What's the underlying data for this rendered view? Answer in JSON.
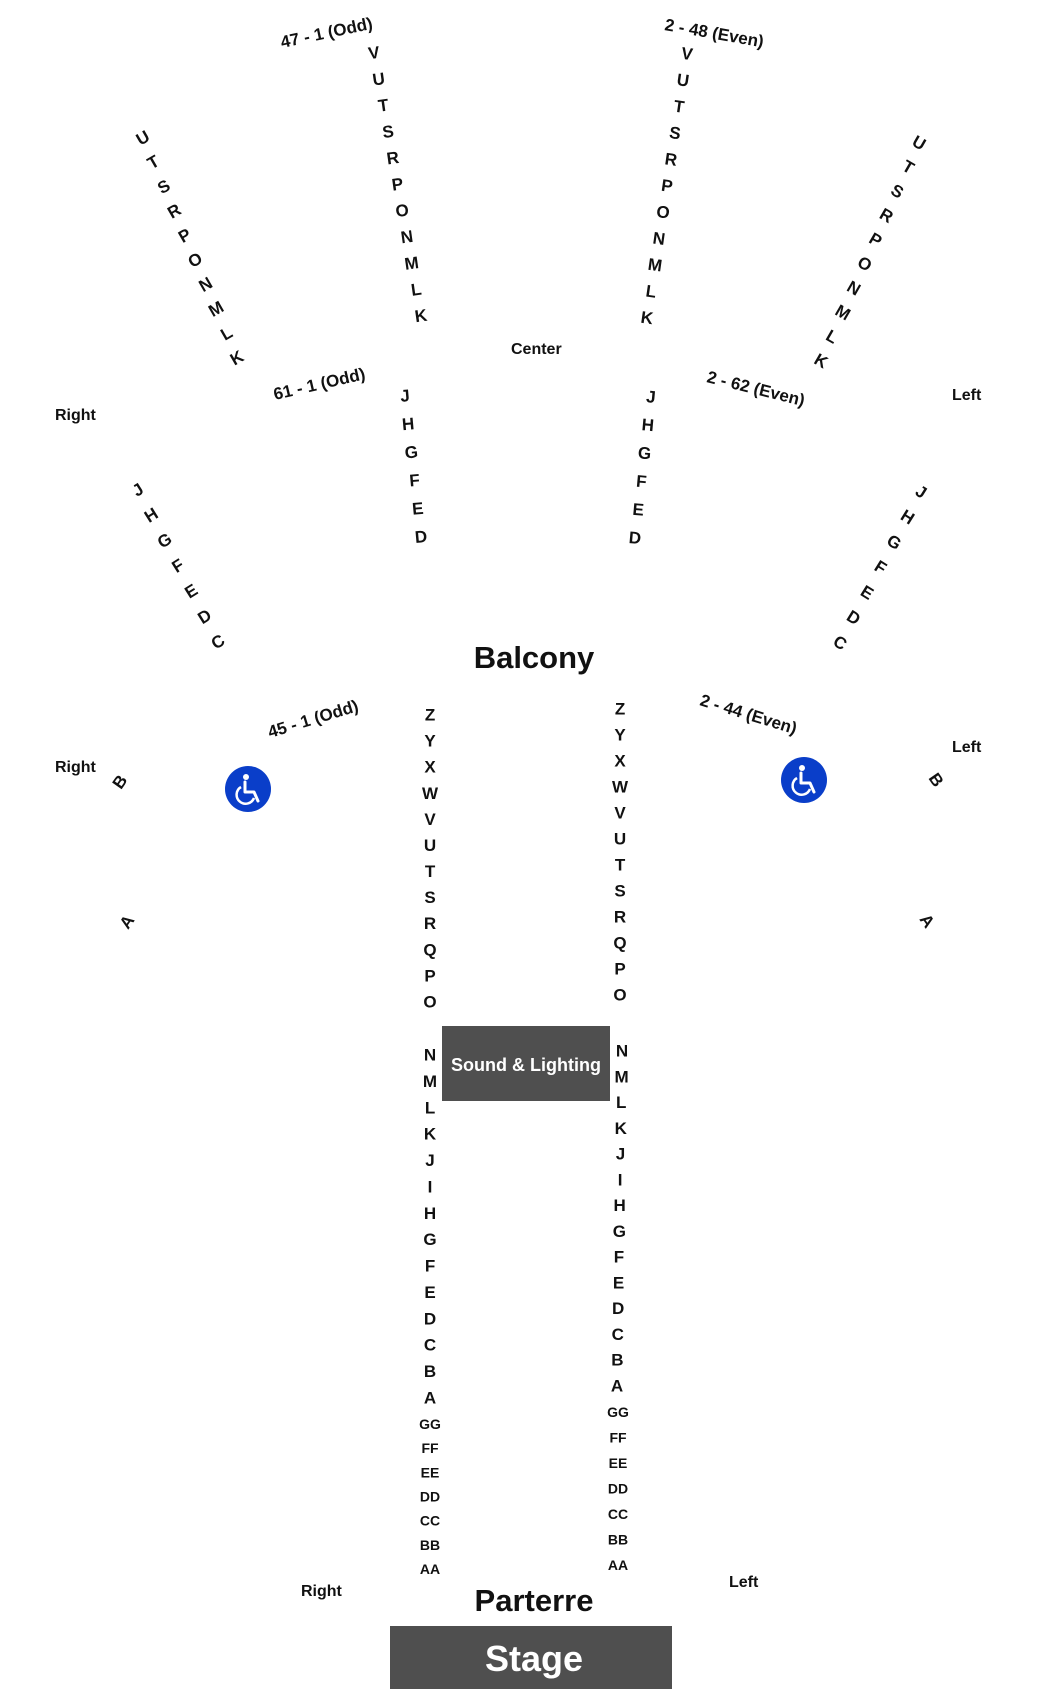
{
  "titles": {
    "balcony": "Balcony",
    "parterre": "Parterre",
    "stage": "Stage",
    "sound_lighting": "Sound & Lighting"
  },
  "side_labels": {
    "balcony_upper_right": "Right",
    "balcony_upper_left": "Left",
    "balcony_center": "Center",
    "balcony_lower_right": "Right",
    "balcony_lower_left": "Left",
    "parterre_right": "Right",
    "parterre_left": "Left"
  },
  "seat_ranges": {
    "upper_center_odd": "47 - 1 (Odd)",
    "upper_center_even": "2 - 48 (Even)",
    "mid_odd": "61 - 1 (Odd)",
    "mid_even": "2 - 62 (Even)",
    "lower_odd": "45 - 1 (Odd)",
    "lower_even": "2 - 44 (Even)"
  },
  "rows": {
    "balcony_upper_center": [
      "V",
      "U",
      "T",
      "S",
      "R",
      "P",
      "O",
      "N",
      "M",
      "L",
      "K"
    ],
    "balcony_upper_side": [
      "U",
      "T",
      "S",
      "R",
      "P",
      "O",
      "N",
      "M",
      "L",
      "K"
    ],
    "balcony_mid_center": [
      "J",
      "H",
      "G",
      "F",
      "E",
      "D"
    ],
    "balcony_mid_side": [
      "J",
      "H",
      "G",
      "F",
      "E",
      "D",
      "C"
    ],
    "lower_balcony_side": [
      "B",
      "A"
    ],
    "parterre_upper": [
      "Z",
      "Y",
      "X",
      "W",
      "V",
      "U",
      "T",
      "S",
      "R",
      "Q",
      "P",
      "O"
    ],
    "parterre_lower": [
      "N",
      "M",
      "L",
      "K",
      "J",
      "I",
      "H",
      "G",
      "F",
      "E",
      "D",
      "C",
      "B",
      "A"
    ],
    "parterre_front": [
      "GG",
      "FF",
      "EE",
      "DD",
      "CC",
      "BB",
      "AA"
    ]
  },
  "icons": {
    "accessible_left": "wheelchair-icon",
    "accessible_right": "wheelchair-icon",
    "accent_color": "#0a3ec9",
    "box_color": "#4f4f4f"
  }
}
